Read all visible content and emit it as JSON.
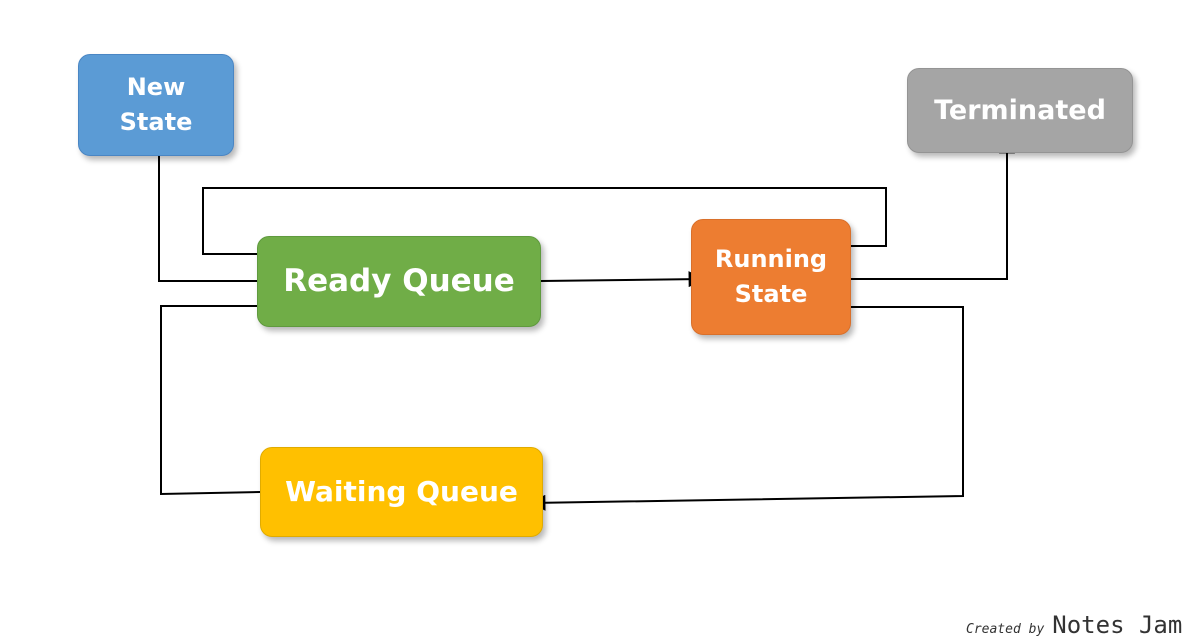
{
  "diagram": {
    "nodes": {
      "new_state": "New\nState",
      "ready_queue": "Ready Queue",
      "running_state": "Running\nState",
      "terminated": "Terminated",
      "waiting_queue": "Waiting Queue"
    },
    "colors": {
      "new_state": "#5b9bd5",
      "ready_queue": "#70ad47",
      "running_state": "#ed7d31",
      "terminated": "#a5a5a5",
      "waiting_queue": "#ffc000",
      "connector": "#000000"
    },
    "edges": [
      {
        "from": "new_state",
        "to": "ready_queue"
      },
      {
        "from": "ready_queue",
        "to": "running_state"
      },
      {
        "from": "running_state",
        "to": "ready_queue"
      },
      {
        "from": "running_state",
        "to": "terminated"
      },
      {
        "from": "running_state",
        "to": "waiting_queue"
      },
      {
        "from": "waiting_queue",
        "to": "ready_queue"
      }
    ]
  },
  "credit": {
    "prefix": "Created by",
    "name": "Notes Jam"
  }
}
